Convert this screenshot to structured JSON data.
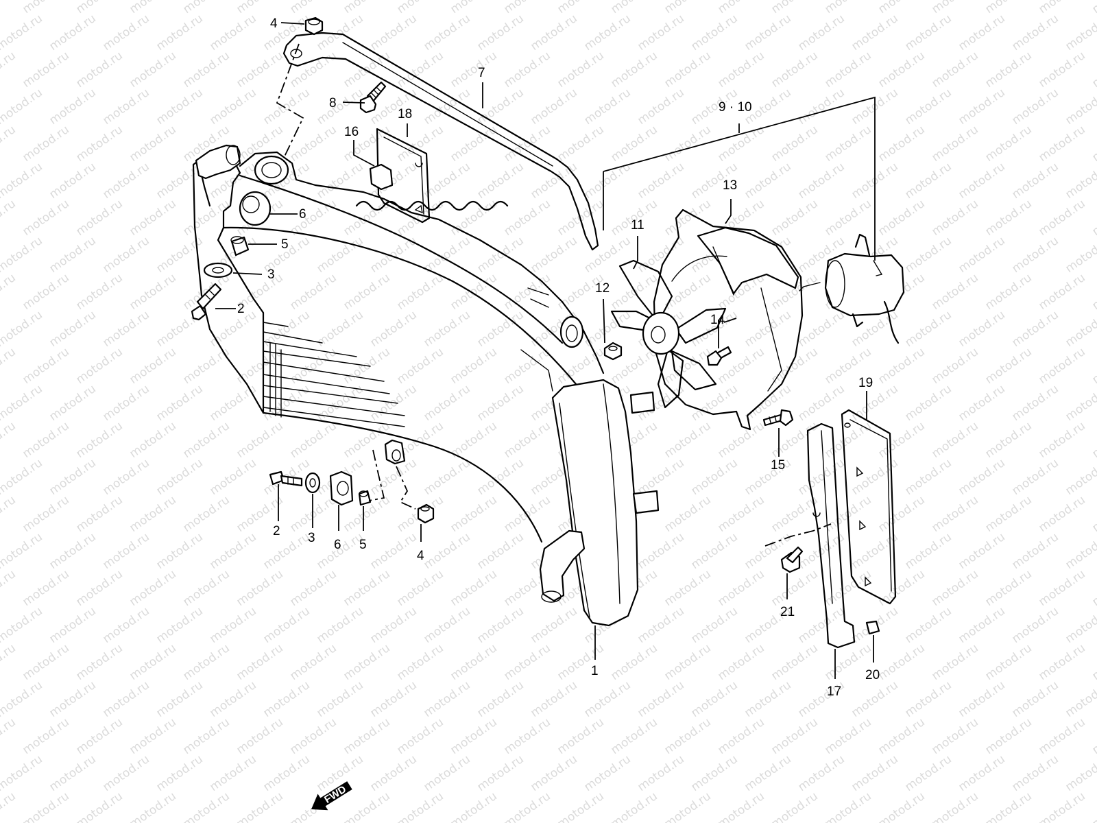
{
  "watermark": {
    "text": "motod.ru"
  },
  "direction_marker": {
    "label": "FWD"
  },
  "callouts": [
    {
      "id": "c4-top",
      "label": "4"
    },
    {
      "id": "c7",
      "label": "7"
    },
    {
      "id": "c8",
      "label": "8"
    },
    {
      "id": "c18",
      "label": "18"
    },
    {
      "id": "c16",
      "label": "16"
    },
    {
      "id": "c6-top",
      "label": "6"
    },
    {
      "id": "c5-top",
      "label": "5"
    },
    {
      "id": "c3-top",
      "label": "3"
    },
    {
      "id": "c2-top",
      "label": "2"
    },
    {
      "id": "c9-10",
      "label": "9 · 10"
    },
    {
      "id": "c13",
      "label": "13"
    },
    {
      "id": "c11",
      "label": "11"
    },
    {
      "id": "c12",
      "label": "12"
    },
    {
      "id": "c14",
      "label": "14"
    },
    {
      "id": "c15",
      "label": "15"
    },
    {
      "id": "c19",
      "label": "19"
    },
    {
      "id": "c2-bot",
      "label": "2"
    },
    {
      "id": "c3-bot",
      "label": "3"
    },
    {
      "id": "c6-bot",
      "label": "6"
    },
    {
      "id": "c5-bot",
      "label": "5"
    },
    {
      "id": "c4-bot",
      "label": "4"
    },
    {
      "id": "c21",
      "label": "21"
    },
    {
      "id": "c1",
      "label": "1"
    },
    {
      "id": "c17",
      "label": "17"
    },
    {
      "id": "c20",
      "label": "20"
    }
  ]
}
